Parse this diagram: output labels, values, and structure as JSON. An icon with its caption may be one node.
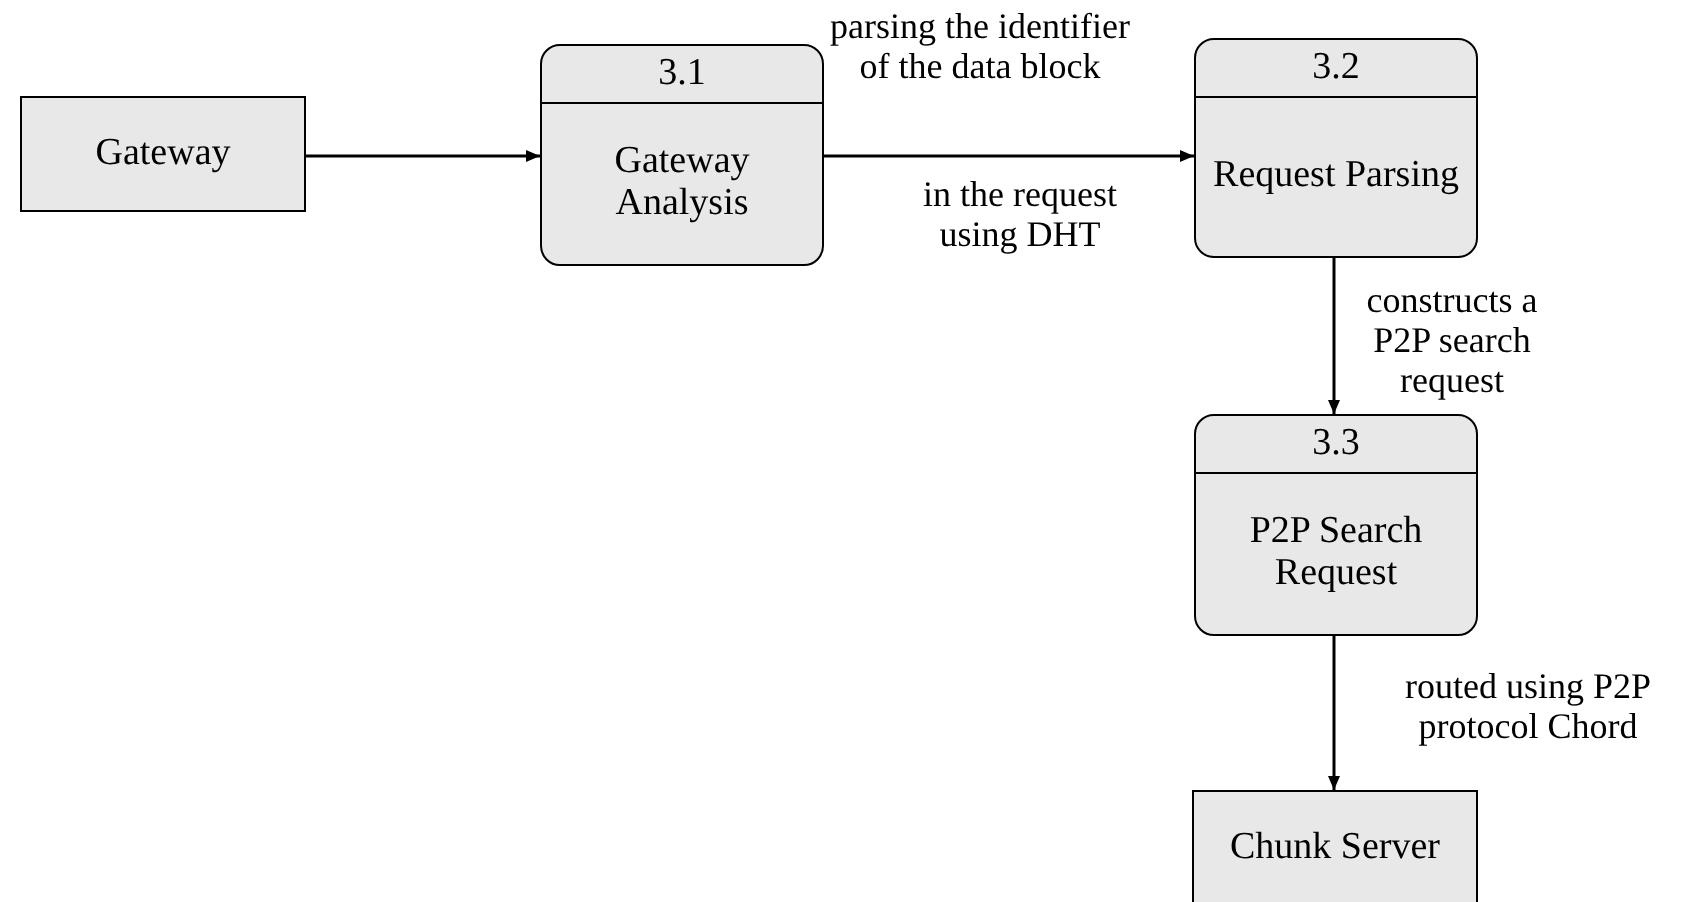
{
  "diagram": {
    "nodes": [
      {
        "text": [
          "Gateway"
        ]
      },
      {
        "text": [
          "3.1",
          "Gateway Analysis"
        ]
      },
      {
        "text": [
          "3.2",
          "Request Parsing"
        ]
      },
      {
        "text": [
          "3.3",
          "P2P Search Request"
        ]
      },
      {
        "text": [
          "Chunk Server"
        ]
      }
    ],
    "edges": [
      {
        "from": 0,
        "to": 1,
        "arrow": "to"
      },
      {
        "from": 1,
        "to": 2,
        "arrow": "to",
        "label": "parsing the identifier of the data block"
      },
      {
        "from": 2,
        "to": 3,
        "arrow": "to",
        "label": "constructs a P2P search request"
      },
      {
        "from": 3,
        "to": 4,
        "arrow": "to",
        "label": "routed using P2P protocol Chord"
      }
    ],
    "labels": [
      "in the request using DHT"
    ]
  }
}
